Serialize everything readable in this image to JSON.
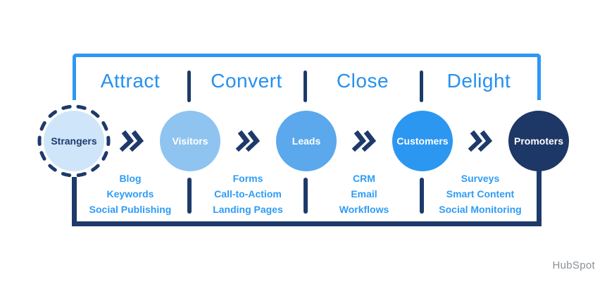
{
  "brand": {
    "label": "HubSpot"
  },
  "colors": {
    "top_bracket_blue": "#2e97f3",
    "stage_label_blue": "#2590f0",
    "tool_text_blue": "#2e9cf5",
    "navy": "#1e3a6b",
    "strangers_fill": "#cfe5fa",
    "visitors_fill": "#8fc3f0",
    "leads_fill": "#5ba8ec",
    "customers_fill": "#2b97f1",
    "promoters_fill": "#1d3766",
    "brand_gray": "#8a9096"
  },
  "icons": {
    "stage_arrow": "double-chevron-right"
  },
  "stages": [
    {
      "label": "Attract",
      "items": [
        "Blog",
        "Keywords",
        "Social Publishing"
      ]
    },
    {
      "label": "Convert",
      "items": [
        "Forms",
        "Call-to-Actiom",
        "Landing Pages"
      ]
    },
    {
      "label": "Close",
      "items": [
        "CRM",
        "Email",
        "Workflows"
      ]
    },
    {
      "label": "Delight",
      "items": [
        "Surveys",
        "Smart Content",
        "Social Monitoring"
      ]
    }
  ],
  "funnel": [
    {
      "label": "Strangers",
      "style": "dashed-light"
    },
    {
      "label": "Visitors",
      "style": "light-blue"
    },
    {
      "label": "Leads",
      "style": "medium-blue"
    },
    {
      "label": "Customers",
      "style": "bright-blue"
    },
    {
      "label": "Promoters",
      "style": "dark-navy"
    }
  ]
}
